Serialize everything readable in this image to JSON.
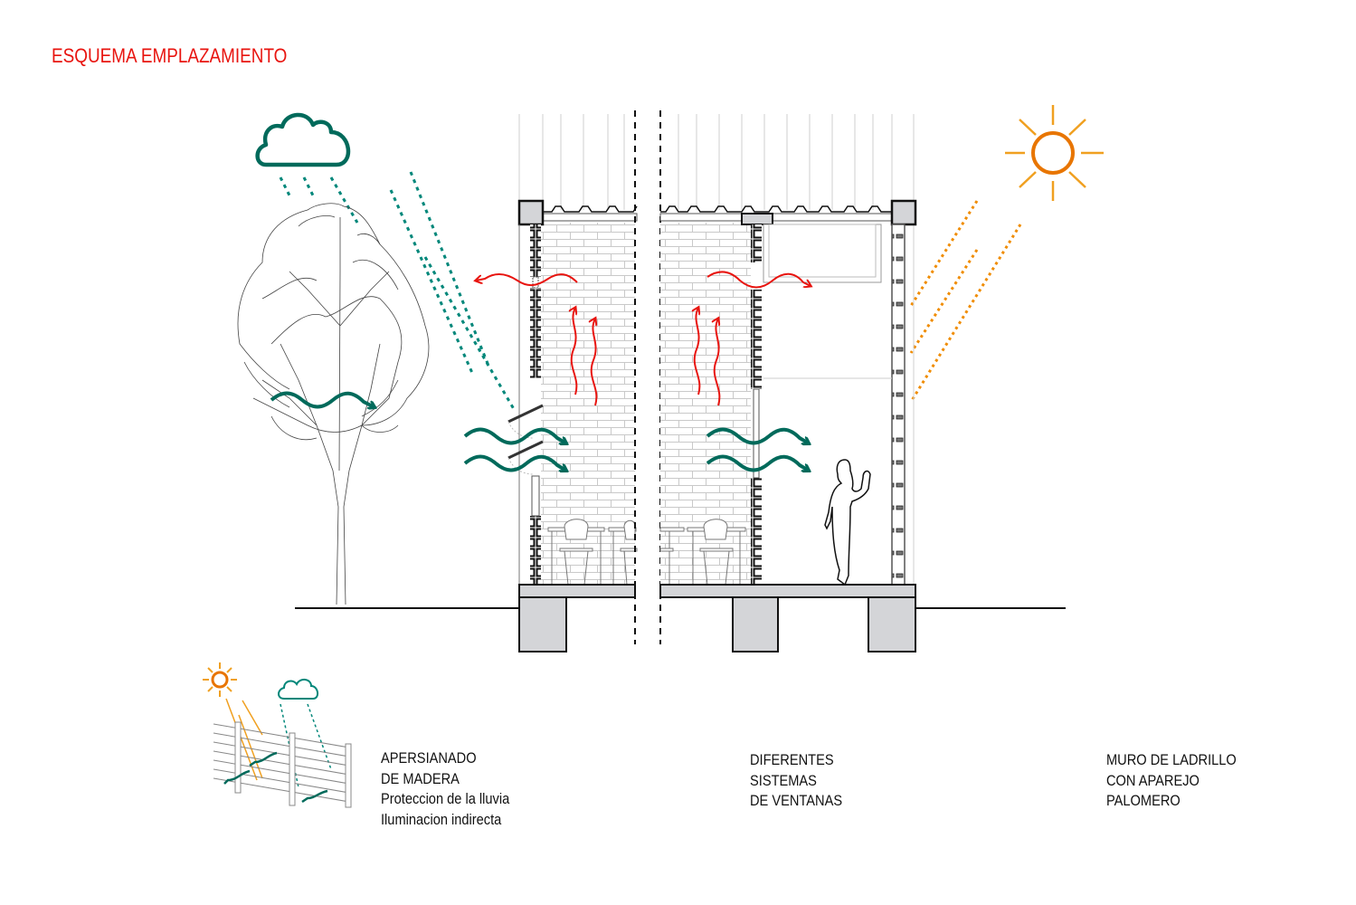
{
  "title": "ESQUEMA EMPLAZAMIENTO",
  "colors": {
    "title_red": "#e8140f",
    "heat_red": "#e8140f",
    "wind_green": "#006a5b",
    "rain_teal": "#00877a",
    "sun_orange": "#f08c00",
    "line_black": "#111111",
    "concrete_gray": "#d4d5d8"
  },
  "icons": {
    "cloud": "cloud-icon",
    "sun": "sun-icon",
    "tree": "tree-icon",
    "person": "person-silhouette-icon"
  },
  "section": {
    "arrows": {
      "ventilation_in": "green wavy arrows (cross ventilation)",
      "heat_out": "red wavy arrows (hot air rising and exiting)",
      "rain": "teal dashed lines",
      "sunlight": "orange dashed lines"
    }
  },
  "details": [
    {
      "id": "apersianado",
      "lines": [
        "APERSIANADO",
        "DE MADERA",
        "Proteccion de la lluvia",
        "Iluminacion indirecta"
      ]
    },
    {
      "id": "ventanas",
      "lines": [
        "DIFERENTES",
        "SISTEMAS",
        "DE VENTANAS"
      ]
    },
    {
      "id": "ladrillo",
      "lines": [
        "MURO DE LADRILLO",
        "CON APAREJO",
        "PALOMERO"
      ]
    }
  ]
}
